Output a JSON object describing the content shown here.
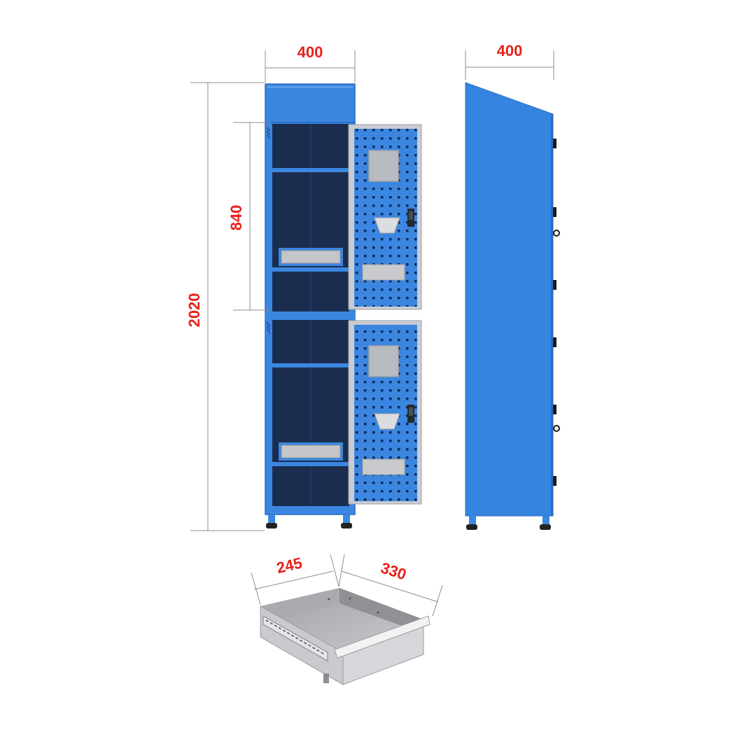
{
  "dimensions": {
    "front_width": "400",
    "side_depth": "400",
    "total_height": "2020",
    "compartment_height": "840",
    "drawer_width": "245",
    "drawer_depth": "330"
  },
  "colors": {
    "cabinet_blue": "#3b86e0",
    "cabinet_blue_dark": "#2a6cc4",
    "interior_navy": "#1b2d4f",
    "door_frame_gray": "#c9ccd1",
    "drawer_gray": "#b7b8bb",
    "dimension_red": "#e8201a",
    "dimension_line": "#8c8c8c"
  }
}
